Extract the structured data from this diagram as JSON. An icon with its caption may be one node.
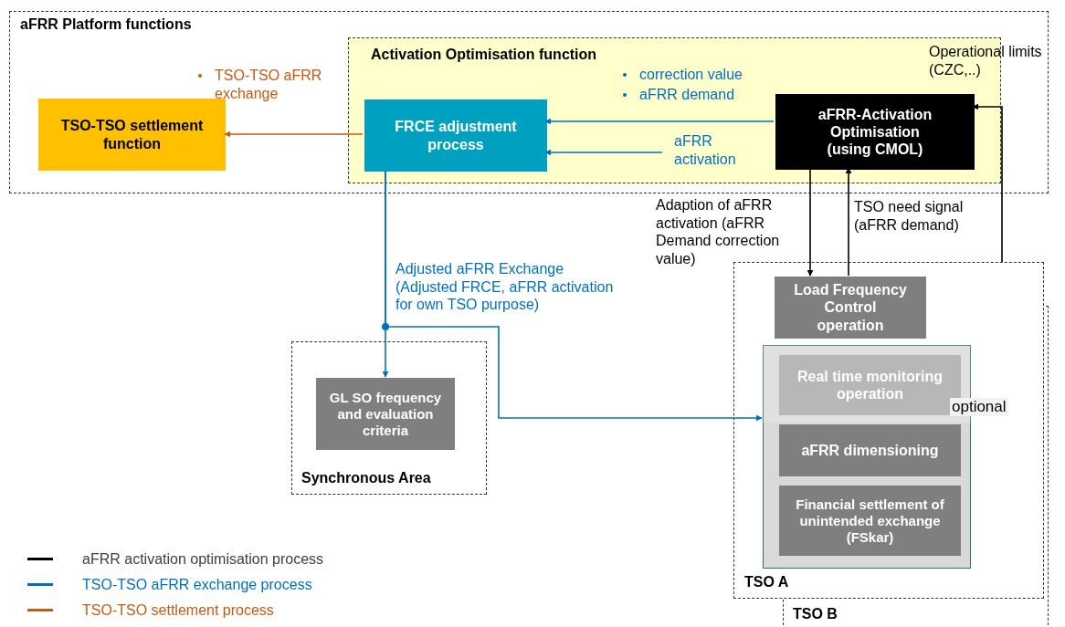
{
  "diagram": {
    "nodes": [
      {
        "text": [
          "aFRR Platform functions"
        ]
      },
      {
        "text": [
          "Activation Optimisation function"
        ],
        "in": 0
      },
      {
        "text": [
          "TSO-TSO settlement function"
        ],
        "in": 0
      },
      {
        "text": [
          "FRCE adjustment process"
        ],
        "in": 1
      },
      {
        "text": [
          "aFRR-Activation Optimisation (using CMOL)"
        ],
        "in": 1
      },
      {
        "text": [
          "TSO A"
        ]
      },
      {
        "text": [
          "Load Frequency Control operation"
        ],
        "in": 5
      },
      {
        "text": [],
        "shape": "box",
        "in": 5
      },
      {
        "text": [
          "Real time monitoring operation"
        ],
        "in": 7
      },
      {
        "text": [
          "aFRR dimensioning"
        ],
        "in": 7
      },
      {
        "text": [
          "Financial settlement of unintended exchange (FSkar)"
        ],
        "in": 7
      },
      {
        "text": [
          "TSO B"
        ]
      },
      {
        "text": [
          "Synchronous Area"
        ]
      },
      {
        "text": [
          "GL SO frequency and evaluation criteria"
        ],
        "in": 12
      }
    ],
    "edges": [
      {
        "from": 3,
        "to": 2,
        "arrow": "to",
        "label": "TSO-TSO aFRR exchange",
        "color": "#c55a11"
      },
      {
        "from": 4,
        "to": 3,
        "arrow": "to"
      },
      {
        "from": null,
        "to": 3,
        "arrow": "to",
        "label": "aFRR activation"
      },
      {
        "from": 4,
        "to": 6,
        "arrow": "to",
        "label": "Adaption of aFRR activation (aFRR Demand correction value)",
        "color": "#000000"
      },
      {
        "from": 6,
        "to": 4,
        "arrow": "to",
        "label": "TSO need signal (aFRR demand)",
        "color": "#000000"
      },
      {
        "from": 5,
        "to": 4,
        "arrow": "to",
        "label": "Operational limits (CZC,..)",
        "color": "#000000"
      },
      {
        "from": 3,
        "to": 13,
        "arrow": "to",
        "label": "Adjusted aFRR Exchange (Adjusted FRCE, aFRR activation for own TSO purpose)"
      },
      {
        "from": 3,
        "to": 7,
        "arrow": "to"
      }
    ],
    "labels": [
      "correction value",
      "aFRR demand",
      "optional"
    ],
    "legend": [
      {
        "text": "aFRR activation optimisation process",
        "color": "#000000"
      },
      {
        "text": "TSO-TSO aFRR exchange process",
        "color": "#0070c0"
      },
      {
        "text": "TSO-TSO settlement process",
        "color": "#c55a11"
      }
    ]
  }
}
